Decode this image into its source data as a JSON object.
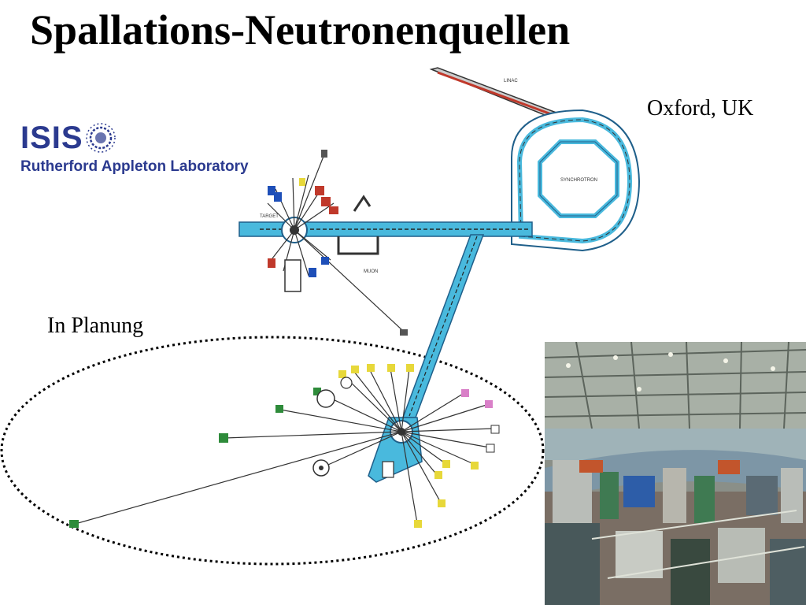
{
  "slide": {
    "title": "Spallations-Neutronenquellen",
    "location_label": "Oxford, UK",
    "planning_label": "In Planung"
  },
  "logo": {
    "name": "ISIS",
    "lab": "Rutherford Appleton Laboratory"
  },
  "diagram": {
    "labels": {
      "synchrotron": "SYNCHROTRON",
      "linac": "LINAC",
      "target": "TARGET",
      "muon": "MUON"
    }
  },
  "colors": {
    "beamline": "#49b9dd",
    "beamline_dark": "#1f5f8a",
    "logo_blue": "#2b3a8f",
    "instrument_red": "#c0392b",
    "instrument_blue": "#1e4fb8",
    "instrument_yellow": "#e7d83a",
    "instrument_green": "#2e8b3a",
    "instrument_pink": "#d980c8"
  }
}
